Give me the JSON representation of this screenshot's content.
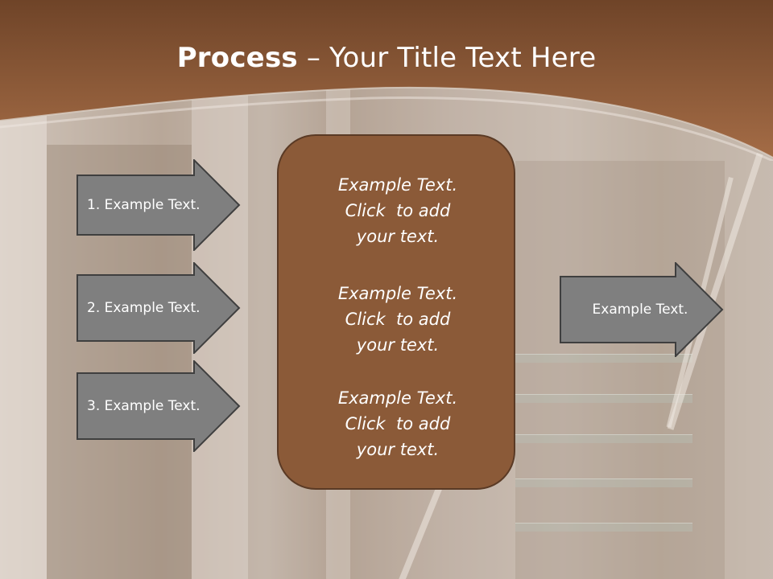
{
  "slide": {
    "title_bold": "Process",
    "title_rest": " – Your Title Text Here"
  },
  "left_items": [
    {
      "label": "1. Example Text."
    },
    {
      "label": "2. Example Text."
    },
    {
      "label": "3. Example Text."
    }
  ],
  "center_box": {
    "blurbs": [
      {
        "line1": "Example Text.",
        "line2": "Click  to add",
        "line3": "your text."
      },
      {
        "line1": "Example Text.",
        "line2": "Click  to add",
        "line3": "your text."
      },
      {
        "line1": "Example Text.",
        "line2": "Click  to add",
        "line3": "your text."
      }
    ]
  },
  "right_item": {
    "label": "Example Text."
  },
  "colors": {
    "header_brown": "#7a4a2b",
    "header_light": "#a26b45",
    "box_fill": "#8b5a38",
    "arrow_fill": "#7f7f7f",
    "arrow_outline": "#3f3f3f"
  }
}
